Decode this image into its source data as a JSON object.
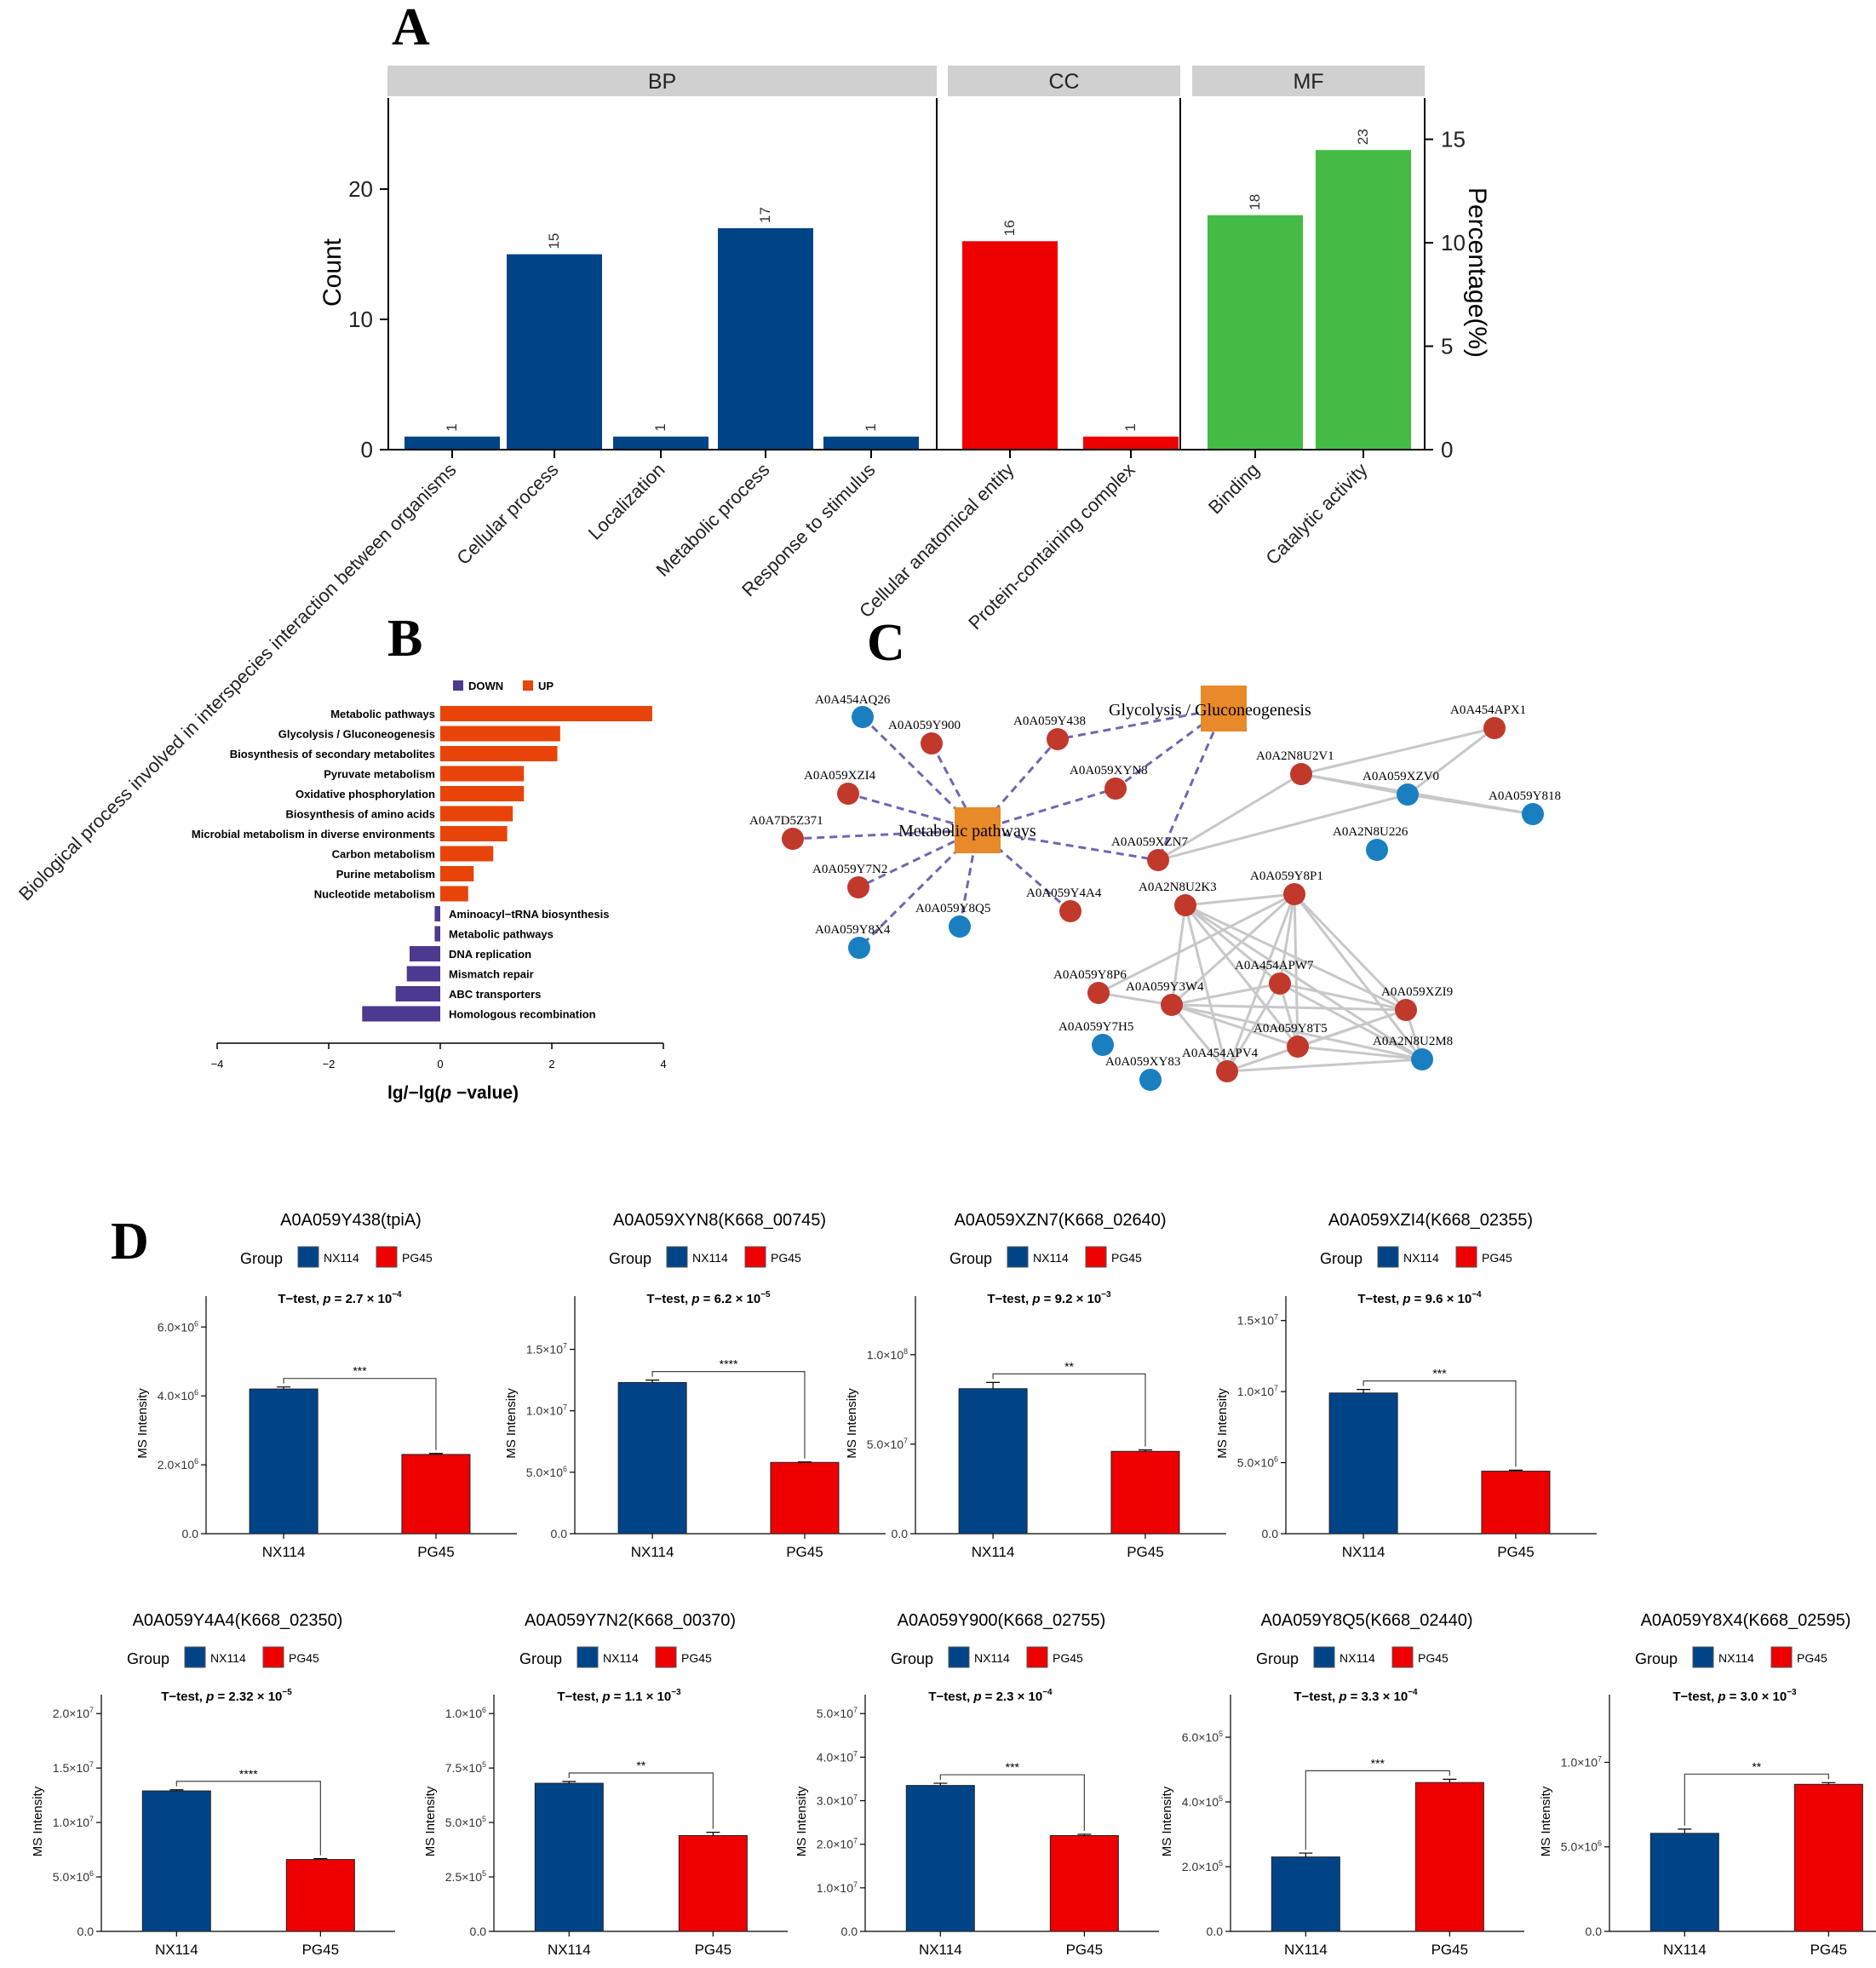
{
  "panels": {
    "a": "A",
    "b": "B",
    "c": "C",
    "d": "D"
  },
  "chart_data": [
    {
      "id": "A",
      "type": "bar",
      "ylabel": "Count",
      "y2label": "Percentage(%)",
      "yticks": [
        "0",
        "10",
        "20"
      ],
      "y2ticks": [
        "0",
        "5",
        "10",
        "15"
      ],
      "ylim": [
        0,
        27
      ],
      "y2lim": [
        0,
        17
      ],
      "facets": [
        {
          "name": "BP",
          "color": "#004488",
          "bars": [
            {
              "label": "Biological process involved in interspecies interaction between organisms",
              "value": 1,
              "text": "1"
            },
            {
              "label": "Cellular process",
              "value": 15,
              "text": "15"
            },
            {
              "label": "Localization",
              "value": 1,
              "text": "1"
            },
            {
              "label": "Metabolic process",
              "value": 17,
              "text": "17"
            },
            {
              "label": "Response to stimulus",
              "value": 1,
              "text": "1"
            }
          ]
        },
        {
          "name": "CC",
          "color": "#ee0000",
          "bars": [
            {
              "label": "Cellular anatomical entity",
              "value": 16,
              "text": "16"
            },
            {
              "label": "Protein-containing complex",
              "value": 1,
              "text": "1"
            }
          ]
        },
        {
          "name": "MF",
          "color": "#44bb44",
          "bars": [
            {
              "label": "Binding",
              "value": 18,
              "text": "18"
            },
            {
              "label": "Catalytic activity",
              "value": 23,
              "text": "23"
            }
          ]
        }
      ]
    },
    {
      "id": "B",
      "type": "bar",
      "orientation": "horizontal",
      "xlabel": "lg/−lg(p −value)",
      "xlabel_parts": [
        "lg/−lg(",
        "p",
        " −value)"
      ],
      "xlim": [
        -4,
        4
      ],
      "xticks": [
        "−4",
        "−2",
        "0",
        "2",
        "4"
      ],
      "legend": [
        {
          "name": "DOWN",
          "color": "#4b3a8f"
        },
        {
          "name": "UP",
          "color": "#e8440a"
        }
      ],
      "bars": [
        {
          "label": "Metabolic pathways",
          "value": 3.8,
          "group": "UP"
        },
        {
          "label": "Glycolysis / Gluconeogenesis",
          "value": 2.15,
          "group": "UP"
        },
        {
          "label": "Biosynthesis of secondary metabolites",
          "value": 2.1,
          "group": "UP"
        },
        {
          "label": "Pyruvate metabolism",
          "value": 1.5,
          "group": "UP"
        },
        {
          "label": "Oxidative phosphorylation",
          "value": 1.5,
          "group": "UP"
        },
        {
          "label": "Biosynthesis of amino acids",
          "value": 1.3,
          "group": "UP"
        },
        {
          "label": "Microbial metabolism in diverse environments",
          "value": 1.2,
          "group": "UP"
        },
        {
          "label": "Carbon metabolism",
          "value": 0.95,
          "group": "UP"
        },
        {
          "label": "Purine metabolism",
          "value": 0.6,
          "group": "UP"
        },
        {
          "label": "Nucleotide metabolism",
          "value": 0.5,
          "group": "UP"
        },
        {
          "label": "Aminoacyl−tRNA biosynthesis",
          "value": -0.1,
          "group": "DOWN"
        },
        {
          "label": "Metabolic pathways",
          "value": -0.1,
          "group": "DOWN"
        },
        {
          "label": "DNA replication",
          "value": -0.55,
          "group": "DOWN"
        },
        {
          "label": "Mismatch repair",
          "value": -0.6,
          "group": "DOWN"
        },
        {
          "label": "ABC transporters",
          "value": -0.8,
          "group": "DOWN"
        },
        {
          "label": "Homologous recombination",
          "value": -1.4,
          "group": "DOWN"
        }
      ]
    },
    {
      "id": "C",
      "type": "network",
      "pathways": [
        {
          "id": "MP",
          "label": "Metabolic pathways"
        },
        {
          "id": "GG",
          "label": "Glycolysis / Gluconeogenesis"
        }
      ],
      "proteins": [
        {
          "id": "A0A454AQ26",
          "status": "down"
        },
        {
          "id": "A0A059Y900",
          "status": "up"
        },
        {
          "id": "A0A059Y438",
          "status": "up"
        },
        {
          "id": "A0A059XZI4",
          "status": "up"
        },
        {
          "id": "A0A059XYN8",
          "status": "up"
        },
        {
          "id": "A0A7D5Z371",
          "status": "up"
        },
        {
          "id": "A0A059Y7N2",
          "status": "up"
        },
        {
          "id": "A0A059Y8Q5",
          "status": "down"
        },
        {
          "id": "A0A059Y4A4",
          "status": "up"
        },
        {
          "id": "A0A059Y8X4",
          "status": "down"
        },
        {
          "id": "A0A059XZN7",
          "status": "up"
        },
        {
          "id": "A0A454APX1",
          "status": "up"
        },
        {
          "id": "A0A2N8U2V1",
          "status": "up"
        },
        {
          "id": "A0A059XZV0",
          "status": "down"
        },
        {
          "id": "A0A059Y818",
          "status": "down"
        },
        {
          "id": "A0A2N8U226",
          "status": "down"
        },
        {
          "id": "A0A2N8U2K3",
          "status": "up"
        },
        {
          "id": "A0A059Y8P1",
          "status": "up"
        },
        {
          "id": "A0A454APW7",
          "status": "up"
        },
        {
          "id": "A0A059Y8P6",
          "status": "up"
        },
        {
          "id": "A0A059Y3W4",
          "status": "up"
        },
        {
          "id": "A0A059XZI9",
          "status": "up"
        },
        {
          "id": "A0A059Y7H5",
          "status": "down"
        },
        {
          "id": "A0A059Y8T5",
          "status": "up"
        },
        {
          "id": "A0A2N8U2M8",
          "status": "down"
        },
        {
          "id": "A0A454APV4",
          "status": "up"
        },
        {
          "id": "A0A059XY83",
          "status": "down"
        }
      ],
      "pathway_links": [
        [
          "MP",
          "A0A454AQ26"
        ],
        [
          "MP",
          "A0A059Y900"
        ],
        [
          "MP",
          "A0A059Y438"
        ],
        [
          "MP",
          "A0A059XZI4"
        ],
        [
          "MP",
          "A0A059XYN8"
        ],
        [
          "MP",
          "A0A7D5Z371"
        ],
        [
          "MP",
          "A0A059Y7N2"
        ],
        [
          "MP",
          "A0A059Y8Q5"
        ],
        [
          "MP",
          "A0A059Y4A4"
        ],
        [
          "MP",
          "A0A059Y8X4"
        ],
        [
          "MP",
          "A0A059XZN7"
        ],
        [
          "GG",
          "A0A059Y438"
        ],
        [
          "GG",
          "A0A059XYN8"
        ],
        [
          "GG",
          "A0A059XZN7"
        ]
      ],
      "ppi_links": [
        [
          "A0A059XZN7",
          "A0A2N8U2V1"
        ],
        [
          "A0A059XZN7",
          "A0A059XZV0"
        ],
        [
          "A0A2N8U2V1",
          "A0A454APX1"
        ],
        [
          "A0A2N8U2V1",
          "A0A059XZV0"
        ],
        [
          "A0A059XZV0",
          "A0A454APX1"
        ],
        [
          "A0A059XZV0",
          "A0A059Y818"
        ],
        [
          "A0A2N8U2V1",
          "A0A059Y818"
        ],
        [
          "A0A2N8U2K3",
          "A0A059Y8P1"
        ],
        [
          "A0A2N8U2K3",
          "A0A454APW7"
        ],
        [
          "A0A2N8U2K3",
          "A0A059Y3W4"
        ],
        [
          "A0A2N8U2K3",
          "A0A059XZI9"
        ],
        [
          "A0A2N8U2K3",
          "A0A059Y8T5"
        ],
        [
          "A0A2N8U2K3",
          "A0A454APV4"
        ],
        [
          "A0A2N8U2K3",
          "A0A2N8U2M8"
        ],
        [
          "A0A059Y8P1",
          "A0A454APW7"
        ],
        [
          "A0A059Y8P1",
          "A0A059Y3W4"
        ],
        [
          "A0A059Y8P1",
          "A0A059XZI9"
        ],
        [
          "A0A059Y8P1",
          "A0A059Y8T5"
        ],
        [
          "A0A059Y8P1",
          "A0A454APV4"
        ],
        [
          "A0A059Y8P1",
          "A0A2N8U2M8"
        ],
        [
          "A0A059Y8P1",
          "A0A059Y8P6"
        ],
        [
          "A0A454APW7",
          "A0A059Y3W4"
        ],
        [
          "A0A454APW7",
          "A0A059XZI9"
        ],
        [
          "A0A454APW7",
          "A0A059Y8T5"
        ],
        [
          "A0A454APW7",
          "A0A454APV4"
        ],
        [
          "A0A454APW7",
          "A0A2N8U2M8"
        ],
        [
          "A0A059Y3W4",
          "A0A059Y8P6"
        ],
        [
          "A0A059Y3W4",
          "A0A059XZI9"
        ],
        [
          "A0A059Y3W4",
          "A0A059Y8T5"
        ],
        [
          "A0A059Y3W4",
          "A0A454APV4"
        ],
        [
          "A0A059Y3W4",
          "A0A2N8U2M8"
        ],
        [
          "A0A059XZI9",
          "A0A059Y8T5"
        ],
        [
          "A0A059XZI9",
          "A0A454APV4"
        ],
        [
          "A0A059XZI9",
          "A0A2N8U2M8"
        ],
        [
          "A0A059Y8T5",
          "A0A454APV4"
        ],
        [
          "A0A059Y8T5",
          "A0A2N8U2M8"
        ],
        [
          "A0A454APV4",
          "A0A2N8U2M8"
        ]
      ],
      "colors": {
        "up": "#c0392b",
        "down": "#1a7fc1",
        "pathway": "#e8892a",
        "pathway_edge": "#7066b3",
        "ppi_edge": "#c8c8c8"
      }
    },
    {
      "id": "D",
      "type": "bar",
      "group_label": "Group",
      "groups": [
        {
          "name": "NX114",
          "color": "#004488"
        },
        {
          "name": "PG45",
          "color": "#ee0000"
        }
      ],
      "ylabel": "MS Intensity",
      "test_label": "T−test, ",
      "p_symbol": "p",
      "subplots": [
        {
          "title": "A0A059Y438(tpiA)",
          "p_text": " = 2.7 × 10",
          "p_exp": "−4",
          "sig": "***",
          "values": [
            4200000.0,
            2300000.0
          ],
          "errors": [
            60000.0,
            30000.0
          ],
          "ymax": 6600000.0,
          "ticks": [
            {
              "v": 0,
              "m": "0.0",
              "e": ""
            },
            {
              "v": 2000000.0,
              "m": "2.0×10",
              "e": "6"
            },
            {
              "v": 4000000.0,
              "m": "4.0×10",
              "e": "6"
            },
            {
              "v": 6000000.0,
              "m": "6.0×10",
              "e": "6"
            }
          ]
        },
        {
          "title": "A0A059XYN8(K668_00745)",
          "p_text": " = 6.2 × 10",
          "p_exp": "−5",
          "sig": "****",
          "values": [
            12300000.0,
            5800000.0
          ],
          "errors": [
            200000.0,
            40000.0
          ],
          "ymax": 18500000.0,
          "ticks": [
            {
              "v": 0,
              "m": "0.0",
              "e": ""
            },
            {
              "v": 5000000.0,
              "m": "5.0×10",
              "e": "6"
            },
            {
              "v": 10000000.0,
              "m": "1.0×10",
              "e": "7"
            },
            {
              "v": 15000000.0,
              "m": "1.5×10",
              "e": "7"
            }
          ]
        },
        {
          "title": "A0A059XZN7(K668_02640)",
          "p_text": " = 9.2 × 10",
          "p_exp": "−3",
          "sig": "**",
          "values": [
            81000000.0,
            46000000.0
          ],
          "errors": [
            3500000.0,
            800000.0
          ],
          "ymax": 127000000.0,
          "ticks": [
            {
              "v": 0,
              "m": "0.0",
              "e": ""
            },
            {
              "v": 50000000.0,
              "m": "5.0×10",
              "e": "7"
            },
            {
              "v": 100000000.0,
              "m": "1.0×10",
              "e": "8"
            }
          ]
        },
        {
          "title": "A0A059XZI4(K668_02355)",
          "p_text": " = 9.6 × 10",
          "p_exp": "−4",
          "sig": "***",
          "values": [
            9900000.0,
            4400000.0
          ],
          "errors": [
            250000.0,
            70000.0
          ],
          "ymax": 16000000.0,
          "ticks": [
            {
              "v": 0,
              "m": "0.0",
              "e": ""
            },
            {
              "v": 5000000.0,
              "m": "5.0×10",
              "e": "6"
            },
            {
              "v": 10000000.0,
              "m": "1.0×10",
              "e": "7"
            },
            {
              "v": 15000000.0,
              "m": "1.5×10",
              "e": "7"
            }
          ]
        },
        {
          "title": "A0A059Y4A4(K668_02350)",
          "p_text": " = 2.32 × 10",
          "p_exp": "−5",
          "sig": "****",
          "values": [
            12900000.0,
            6600000.0
          ],
          "errors": [
            100000.0,
            80000.0
          ],
          "ymax": 20800000.0,
          "ticks": [
            {
              "v": 0,
              "m": "0.0",
              "e": ""
            },
            {
              "v": 5000000.0,
              "m": "5.0×10",
              "e": "6"
            },
            {
              "v": 10000000.0,
              "m": "1.0×10",
              "e": "7"
            },
            {
              "v": 15000000.0,
              "m": "1.5×10",
              "e": "7"
            },
            {
              "v": 20000000.0,
              "m": "2.0×10",
              "e": "7"
            }
          ]
        },
        {
          "title": "A0A059Y7N2(K668_00370)",
          "p_text": " = 1.1 × 10",
          "p_exp": "−3",
          "sig": "**",
          "values": [
            680000.0,
            440000.0
          ],
          "errors": [
            8000.0,
            15000.0
          ],
          "ymax": 1040000.0,
          "ticks": [
            {
              "v": 0,
              "m": "0.0",
              "e": ""
            },
            {
              "v": 250000.0,
              "m": "2.5×10",
              "e": "5"
            },
            {
              "v": 500000.0,
              "m": "5.0×10",
              "e": "5"
            },
            {
              "v": 750000.0,
              "m": "7.5×10",
              "e": "5"
            },
            {
              "v": 1000000.0,
              "m": "1.0×10",
              "e": "6"
            }
          ]
        },
        {
          "title": "A0A059Y900(K668_02755)",
          "p_text": " = 2.3 × 10",
          "p_exp": "−4",
          "sig": "***",
          "values": [
            33500000.0,
            22000000.0
          ],
          "errors": [
            500000.0,
            300000.0
          ],
          "ymax": 52000000.0,
          "ticks": [
            {
              "v": 0,
              "m": "0.0",
              "e": ""
            },
            {
              "v": 10000000.0,
              "m": "1.0×10",
              "e": "7"
            },
            {
              "v": 20000000.0,
              "m": "2.0×10",
              "e": "7"
            },
            {
              "v": 30000000.0,
              "m": "3.0×10",
              "e": "7"
            },
            {
              "v": 40000000.0,
              "m": "4.0×10",
              "e": "7"
            },
            {
              "v": 50000000.0,
              "m": "5.0×10",
              "e": "7"
            }
          ]
        },
        {
          "title": "A0A059Y8Q5(K668_02440)",
          "p_text": " = 3.3 × 10",
          "p_exp": "−4",
          "sig": "***",
          "values": [
            230000.0,
            460000.0
          ],
          "errors": [
            12000.0,
            10000.0
          ],
          "ymax": 700000.0,
          "ticks": [
            {
              "v": 0,
              "m": "0.0",
              "e": ""
            },
            {
              "v": 200000.0,
              "m": "2.0×10",
              "e": "5"
            },
            {
              "v": 400000.0,
              "m": "4.0×10",
              "e": "5"
            },
            {
              "v": 600000.0,
              "m": "6.0×10",
              "e": "5"
            }
          ]
        },
        {
          "title": "A0A059Y8X4(K668_02595)",
          "p_text": " = 3.0 × 10",
          "p_exp": "−3",
          "sig": "**",
          "values": [
            5800000.0,
            8700000.0
          ],
          "errors": [
            250000.0,
            100000.0
          ],
          "ymax": 13400000.0,
          "ticks": [
            {
              "v": 0,
              "m": "0.0",
              "e": ""
            },
            {
              "v": 5000000.0,
              "m": "5.0×10",
              "e": "6"
            },
            {
              "v": 10000000.0,
              "m": "1.0×10",
              "e": "7"
            }
          ]
        }
      ]
    }
  ]
}
